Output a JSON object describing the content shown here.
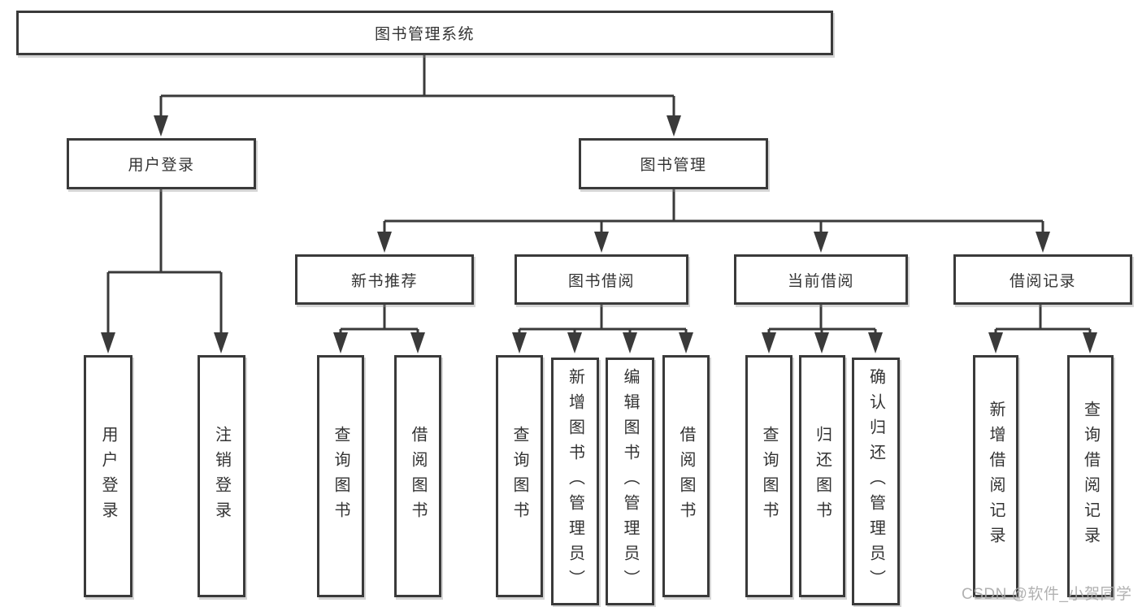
{
  "tree": {
    "root": "图书管理系统",
    "children": [
      {
        "label": "用户登录",
        "children": [
          "用户登录",
          "注销登录"
        ]
      },
      {
        "label": "图书管理",
        "children": [
          {
            "label": "新书推荐",
            "children": [
              "查询图书",
              "借阅图书"
            ]
          },
          {
            "label": "图书借阅",
            "children": [
              "查询图书",
              "新增图书（管理员）",
              "编辑图书（管理员）",
              "借阅图书"
            ]
          },
          {
            "label": "当前借阅",
            "children": [
              "查询图书",
              "归还图书",
              "确认归还（管理员）"
            ]
          },
          {
            "label": "借阅记录",
            "children": [
              "新增借阅记录",
              "查询借阅记录"
            ]
          }
        ]
      }
    ]
  },
  "watermark": {
    "text": "CSDN @软件_小贺同学"
  },
  "colors": {
    "line": "#3a3a3a",
    "text": "#333333",
    "background": "#ffffff",
    "watermark": "#a8a8a8"
  }
}
